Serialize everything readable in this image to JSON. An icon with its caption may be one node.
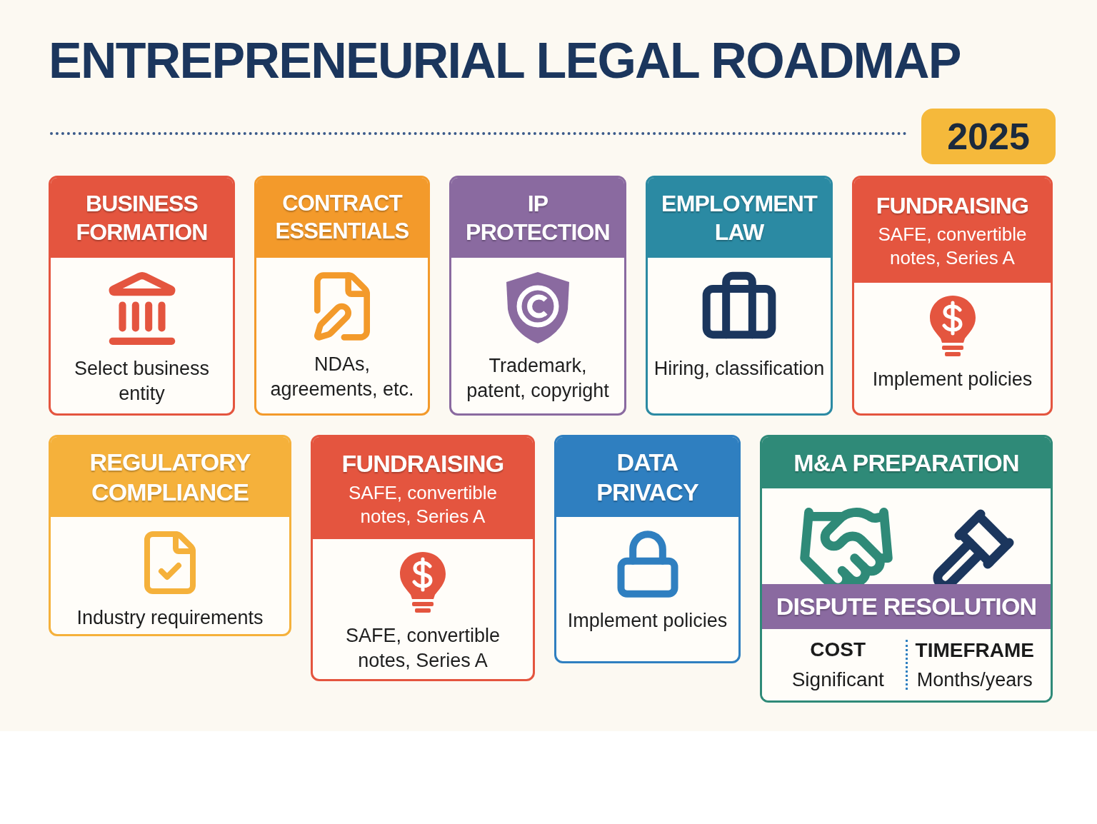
{
  "diagram": {
    "title": "ENTREPRENEURIAL LEGAL ROADMAP",
    "nodes": [
      {
        "text": [
          "BUSINESS FORMATION",
          "Select business entity"
        ]
      },
      {
        "text": [
          "CONTRACT ESSENTIALS",
          "NDAs, agreements, etc."
        ]
      },
      {
        "text": [
          "IP PROTECTION",
          "Trademark, patent, copyright"
        ]
      },
      {
        "text": [
          "EMPLOYMENT LAW",
          "Hiring, classification"
        ]
      },
      {
        "text": [
          "FUNDRAISING",
          "SAFE, convertible notes, Series A",
          "Implement policies"
        ]
      },
      {
        "text": [
          "REGULATORY COMPLIANCE",
          "Industry requirements"
        ]
      },
      {
        "text": [
          "FUNDRAISING",
          "SAFE, convertible notes, Series A",
          "SAFE, convertible notes, Series A"
        ]
      },
      {
        "text": [
          "DATA PRIVACY",
          "Implement policies"
        ]
      },
      {
        "text": [
          "M&A PREPARATION"
        ]
      },
      {
        "text": [
          "DISPUTE RESOLUTION",
          "COST",
          "Significant",
          "TIMEFRAME",
          "Months/years"
        ],
        "in": 8
      }
    ],
    "labels": [
      "2025"
    ]
  }
}
